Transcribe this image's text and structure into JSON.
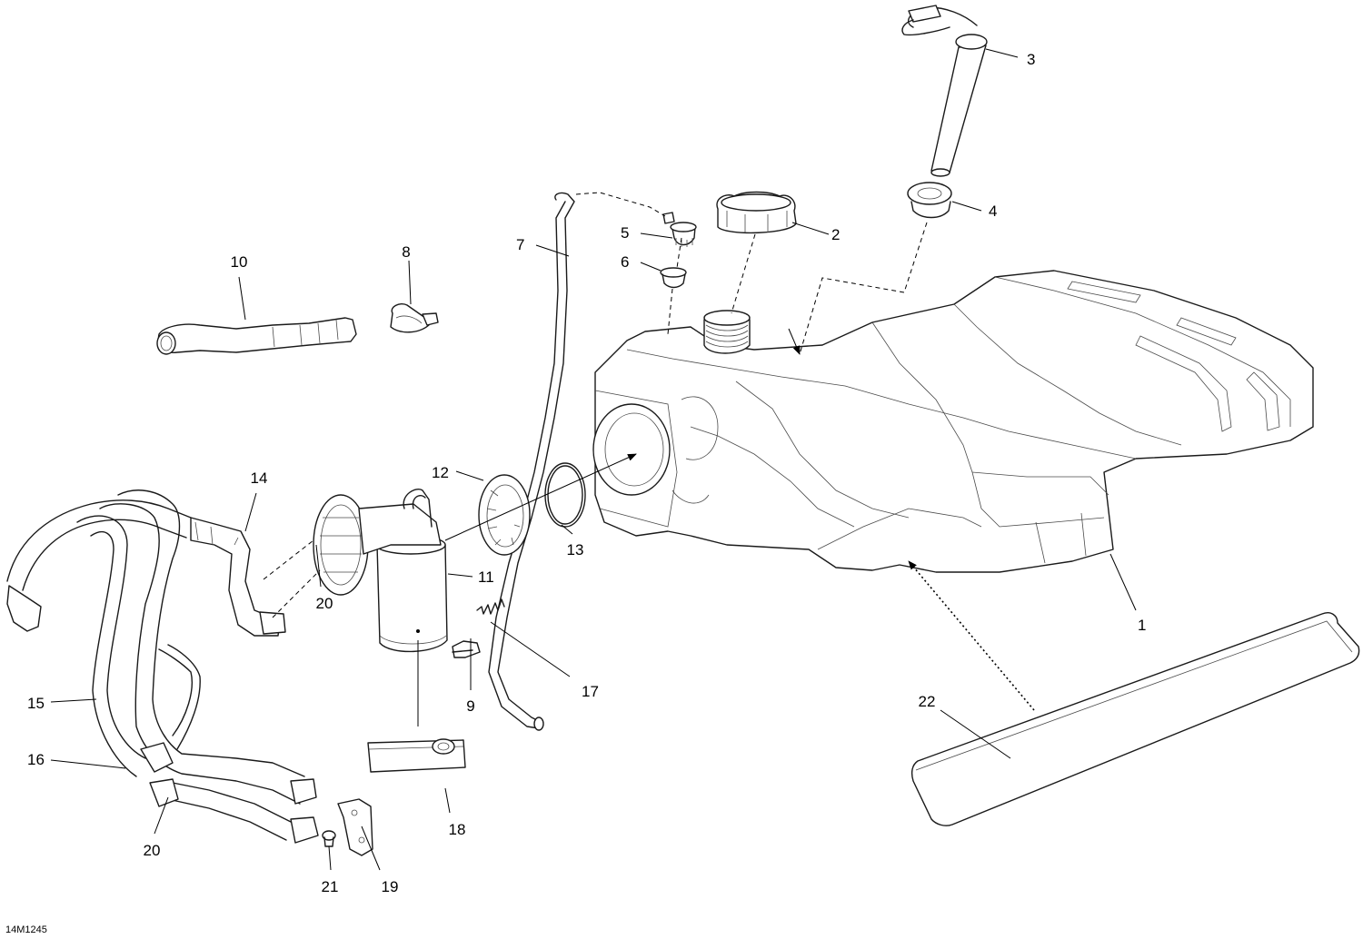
{
  "drawing_id": "14M1245",
  "callouts": [
    {
      "id": "c1",
      "label": "1"
    },
    {
      "id": "c2",
      "label": "2"
    },
    {
      "id": "c3",
      "label": "3"
    },
    {
      "id": "c4",
      "label": "4"
    },
    {
      "id": "c5",
      "label": "5"
    },
    {
      "id": "c6",
      "label": "6"
    },
    {
      "id": "c7",
      "label": "7"
    },
    {
      "id": "c8",
      "label": "8"
    },
    {
      "id": "c9",
      "label": "9"
    },
    {
      "id": "c10",
      "label": "10"
    },
    {
      "id": "c11",
      "label": "11"
    },
    {
      "id": "c12",
      "label": "12"
    },
    {
      "id": "c13",
      "label": "13"
    },
    {
      "id": "c14",
      "label": "14"
    },
    {
      "id": "c15",
      "label": "15"
    },
    {
      "id": "c16",
      "label": "16"
    },
    {
      "id": "c17",
      "label": "17"
    },
    {
      "id": "c18",
      "label": "18"
    },
    {
      "id": "c19",
      "label": "19"
    },
    {
      "id": "c20a",
      "label": "20"
    },
    {
      "id": "c20b",
      "label": "20"
    },
    {
      "id": "c21",
      "label": "21"
    },
    {
      "id": "c22",
      "label": "22"
    }
  ]
}
